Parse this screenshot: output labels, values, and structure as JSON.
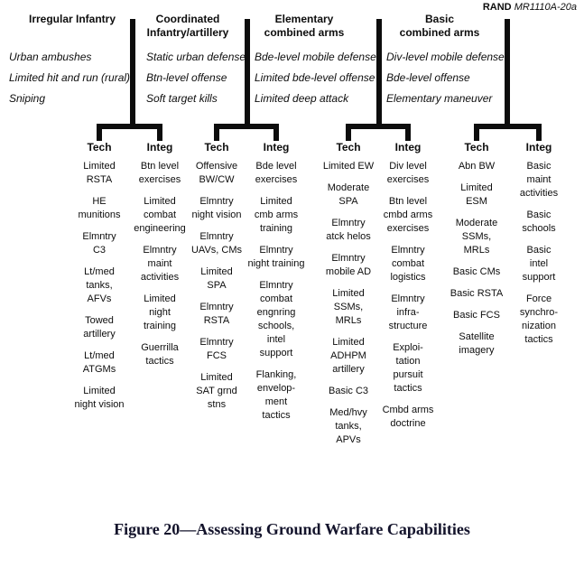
{
  "brand": {
    "name": "RAND",
    "report_id": "MR1110A-20a"
  },
  "caption": "Figure 20—Assessing Ground Warfare Capabilities",
  "groups": [
    {
      "header": "Irregular Infantry",
      "descriptions": [
        "Urban ambushes",
        "Limited hit and run (rural)",
        "Sniping"
      ],
      "tech": {
        "label": "Tech",
        "items": [
          "Limited\nRSTA",
          "HE\nmunitions",
          "Elmntry\nC3",
          "Lt/med\ntanks,\nAFVs",
          "Towed\nartillery",
          "Lt/med\nATGMs",
          "Limited\nnight vision"
        ]
      },
      "integ": {
        "label": "Integ",
        "items": [
          "Btn level\nexercises",
          "Limited\ncombat\nengineering",
          "Elmntry\nmaint\nactivities",
          "Limited\nnight\ntraining",
          "Guerrilla\ntactics"
        ]
      }
    },
    {
      "header": "Coordinated\nInfantry/artillery",
      "descriptions": [
        "Static urban defense",
        "Btn-level offense",
        "Soft target kills"
      ],
      "tech": {
        "label": "Tech",
        "items": [
          "Offensive\nBW/CW",
          "Elmntry\nnight vision",
          "Elmntry\nUAVs, CMs",
          "Limited\nSPA",
          "Elmntry\nRSTA",
          "Elmntry\nFCS",
          "Limited\nSAT grnd\nstns"
        ]
      },
      "integ": {
        "label": "Integ",
        "items": [
          "Bde level\nexercises",
          "Limited\ncmb arms\ntraining",
          "Elmntry\nnight training",
          "Elmntry\ncombat\nengnring\nschools,\nintel\nsupport",
          "Flanking,\nenvelop-\nment\ntactics"
        ]
      }
    },
    {
      "header": "Elementary\ncombined arms",
      "descriptions": [
        "Bde-level mobile defense",
        "Limited bde-level offense",
        "Limited deep attack"
      ],
      "tech": {
        "label": "Tech",
        "items": [
          "Limited EW",
          "Moderate\nSPA",
          "Elmntry\natck helos",
          "Elmntry\nmobile AD",
          "Limited\nSSMs,\nMRLs",
          "Limited\nADHPM\nartillery",
          "Basic C3",
          "Med/hvy\ntanks,\nAPVs"
        ]
      },
      "integ": {
        "label": "Integ",
        "items": [
          "Div level\nexercises",
          "Btn level\ncmbd arms\nexercises",
          "Elmntry\ncombat\nlogistics",
          "Elmntry\ninfra-\nstructure",
          "Exploi-\ntation\npursuit\ntactics",
          "Cmbd arms\ndoctrine"
        ]
      }
    },
    {
      "header": "Basic\ncombined arms",
      "descriptions": [
        "Div-level mobile defense",
        "Bde-level offense",
        "Elementary maneuver"
      ],
      "tech": {
        "label": "Tech",
        "items": [
          "Abn BW",
          "Limited\nESM",
          "Moderate\nSSMs,\nMRLs",
          "Basic CMs",
          "Basic RSTA",
          "Basic FCS",
          "Satellite\nimagery"
        ]
      },
      "integ": {
        "label": "Integ",
        "items": [
          "Basic maint\nactivities",
          "Basic\nschools",
          "Basic intel\nsupport",
          "Force\nsynchro-\nnization\ntactics"
        ]
      }
    }
  ]
}
